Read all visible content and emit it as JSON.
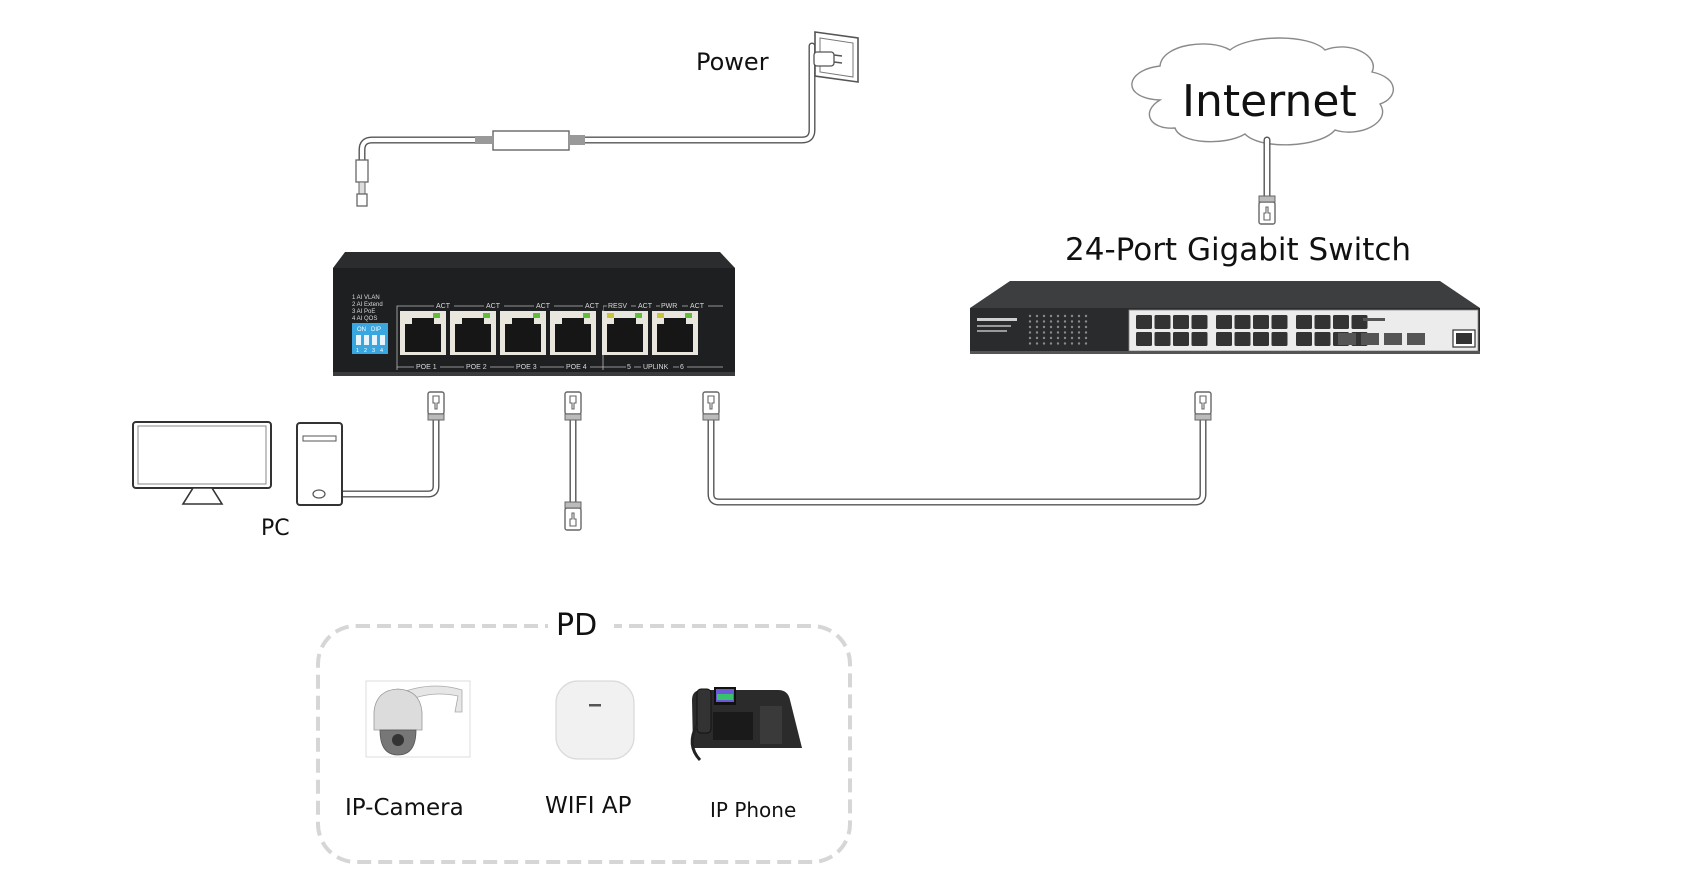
{
  "labels": {
    "power": "Power",
    "internet": "Internet",
    "core_switch": "24-Port Gigabit Switch",
    "pc": "PC",
    "pd_group": "PD",
    "ip_camera": "IP-Camera",
    "wifi_ap": "WIFI AP",
    "ip_phone": "IP Phone"
  },
  "poe_switch": {
    "dip_legend": [
      "1 AI VLAN",
      "2 AI Extend",
      "3 AI PoE",
      "4 AI QOS"
    ],
    "dip_header_on": "ON",
    "dip_header_dip": "DIP",
    "dip_numbers": [
      "1",
      "2",
      "3",
      "4"
    ],
    "top_labels": [
      "ACT",
      "ACT",
      "ACT",
      "ACT",
      "RESV",
      "ACT",
      "PWR",
      "ACT"
    ],
    "bottom_labels": [
      "POE 1",
      "POE 2",
      "POE 3",
      "POE 4",
      "5",
      "UPLINK",
      "6"
    ]
  },
  "core_switch_ports": {
    "rj45_count": 24,
    "sfp_count": 4,
    "console_count": 1
  },
  "colors": {
    "switch_body": "#1e1f21",
    "led_green": "#5fbf3a",
    "led_yellow": "#c8c53a",
    "dip_blue": "#3aa6e0",
    "dashed_border": "#d6d6d6"
  }
}
